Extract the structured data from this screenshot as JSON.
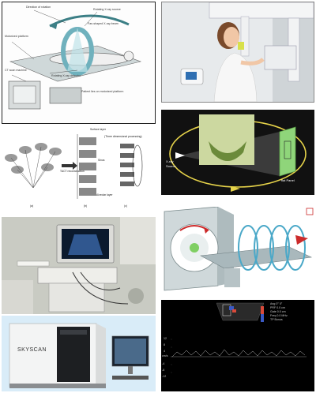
{
  "ct_scanner": {
    "direction_of_rotation": "Direction of rotation",
    "rotating_xray_source": "Rotating X-ray source",
    "fan_shaped_xray_beam": "Fan-shaped X-ray beam",
    "motorized_platform": "Motorized platform",
    "ct_scan_machine": "CT scan machine",
    "rotating_xray_detector": "Rotating X-ray detector",
    "patient_lies": "Patient lies on motorized platform"
  },
  "tomosynthesis": {
    "surface_layer": "Surface layer",
    "three_d_processing": "(Three dimensional processing)",
    "tact": "TACT reconstruction",
    "sinus": "Sinus",
    "alveolar": "Alveolar layer",
    "label_a": "(a)",
    "label_b": "(b)",
    "label_c": "(c)"
  },
  "cbct_diagram": {
    "xray_label": "X-ray",
    "source_label": "Source",
    "flat_panel": "flat Panel"
  },
  "doppler": {
    "settings": [
      "Ang 0° 0°",
      "PRF 0.0 cm",
      "Gate 0.0 cm",
      "Freq 0.0 MHz",
      "TP Bonus"
    ],
    "scale_left": [
      "12",
      "8",
      "4",
      "-4",
      "-8",
      "-12"
    ],
    "unit_label": "cm/s"
  },
  "micro_ct": {
    "brand": "SKYSCAN"
  },
  "colors": {
    "ct_teal": "#6fb1bd",
    "cbct_ellipse": "#e6d34a",
    "detector_green": "#8fd57a",
    "coil_blue": "#4aa8c8"
  }
}
